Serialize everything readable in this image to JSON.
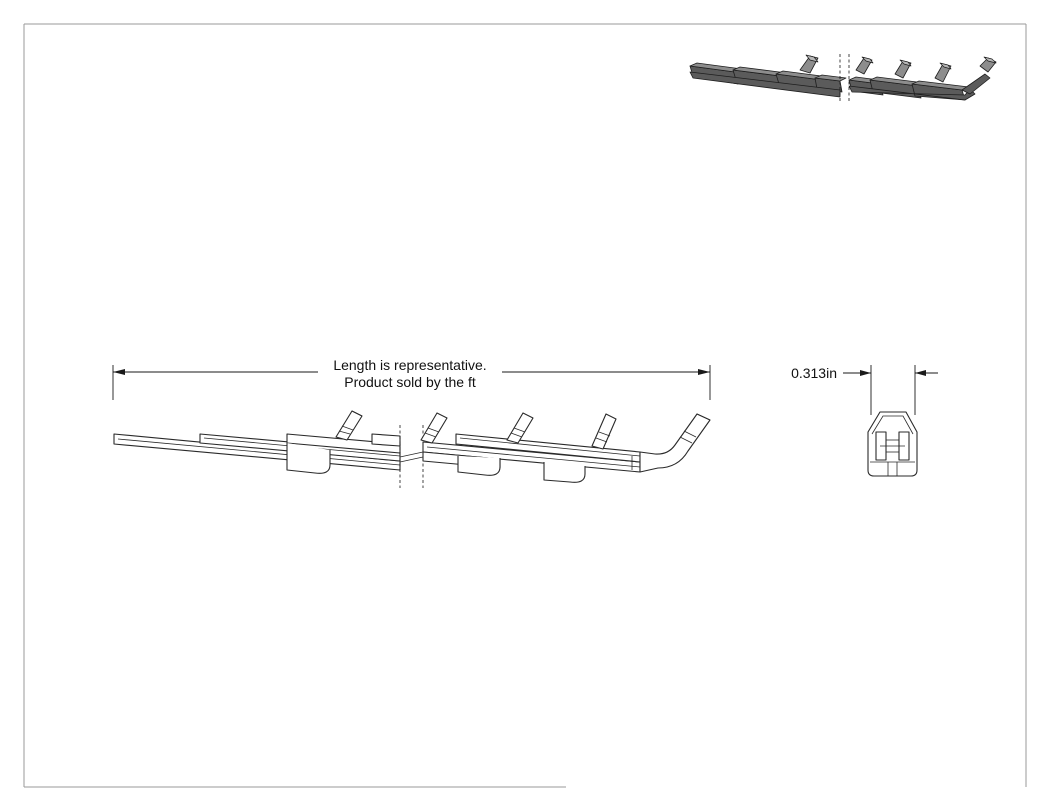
{
  "drawing": {
    "length_note_line1": "Length is representative.",
    "length_note_line2": "Product sold by the ft",
    "width_dimension": "0.313in"
  }
}
